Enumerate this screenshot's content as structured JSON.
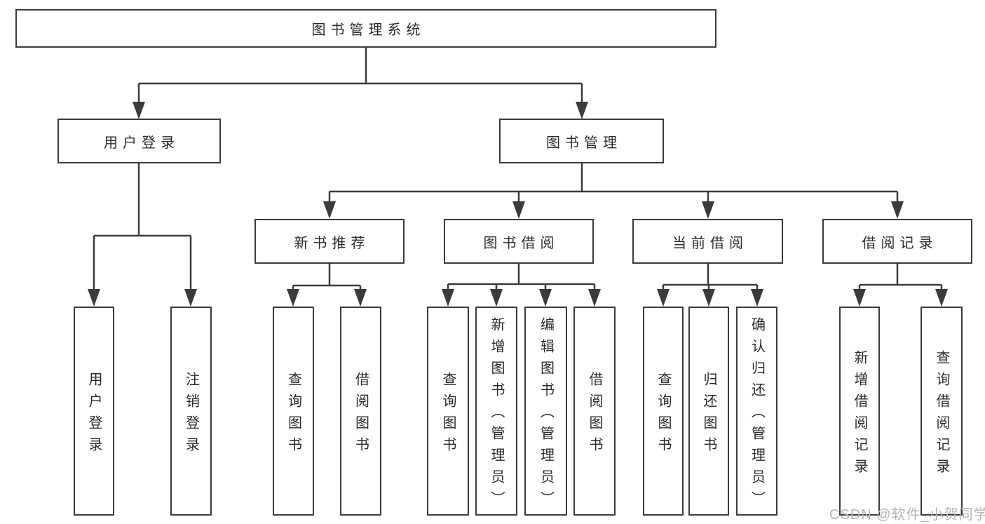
{
  "diagram": {
    "root": {
      "label": "图书管理系统"
    },
    "branches": [
      {
        "label": "用户登录",
        "children": [
          {
            "label": "用户登录"
          },
          {
            "label": "注销登录"
          }
        ]
      },
      {
        "label": "图书管理",
        "children": [
          {
            "label": "新书推荐",
            "children": [
              {
                "label": "查询图书"
              },
              {
                "label": "借阅图书"
              }
            ]
          },
          {
            "label": "图书借阅",
            "children": [
              {
                "label": "查询图书"
              },
              {
                "label": "新增图书（管理员）"
              },
              {
                "label": "编辑图书（管理员）"
              },
              {
                "label": "借阅图书"
              }
            ]
          },
          {
            "label": "当前借阅",
            "children": [
              {
                "label": "查询图书"
              },
              {
                "label": "归还图书"
              },
              {
                "label": "确认归还（管理员）"
              }
            ]
          },
          {
            "label": "借阅记录",
            "children": [
              {
                "label": "新增借阅记录"
              },
              {
                "label": "查询借阅记录"
              }
            ]
          }
        ]
      }
    ]
  },
  "watermark": {
    "text": "CSDN @软件_小贺同学"
  },
  "colors": {
    "line": "#3b3b3b",
    "text": "#2b2b2b",
    "watermark": "#b5b5b5",
    "background": "#ffffff"
  }
}
